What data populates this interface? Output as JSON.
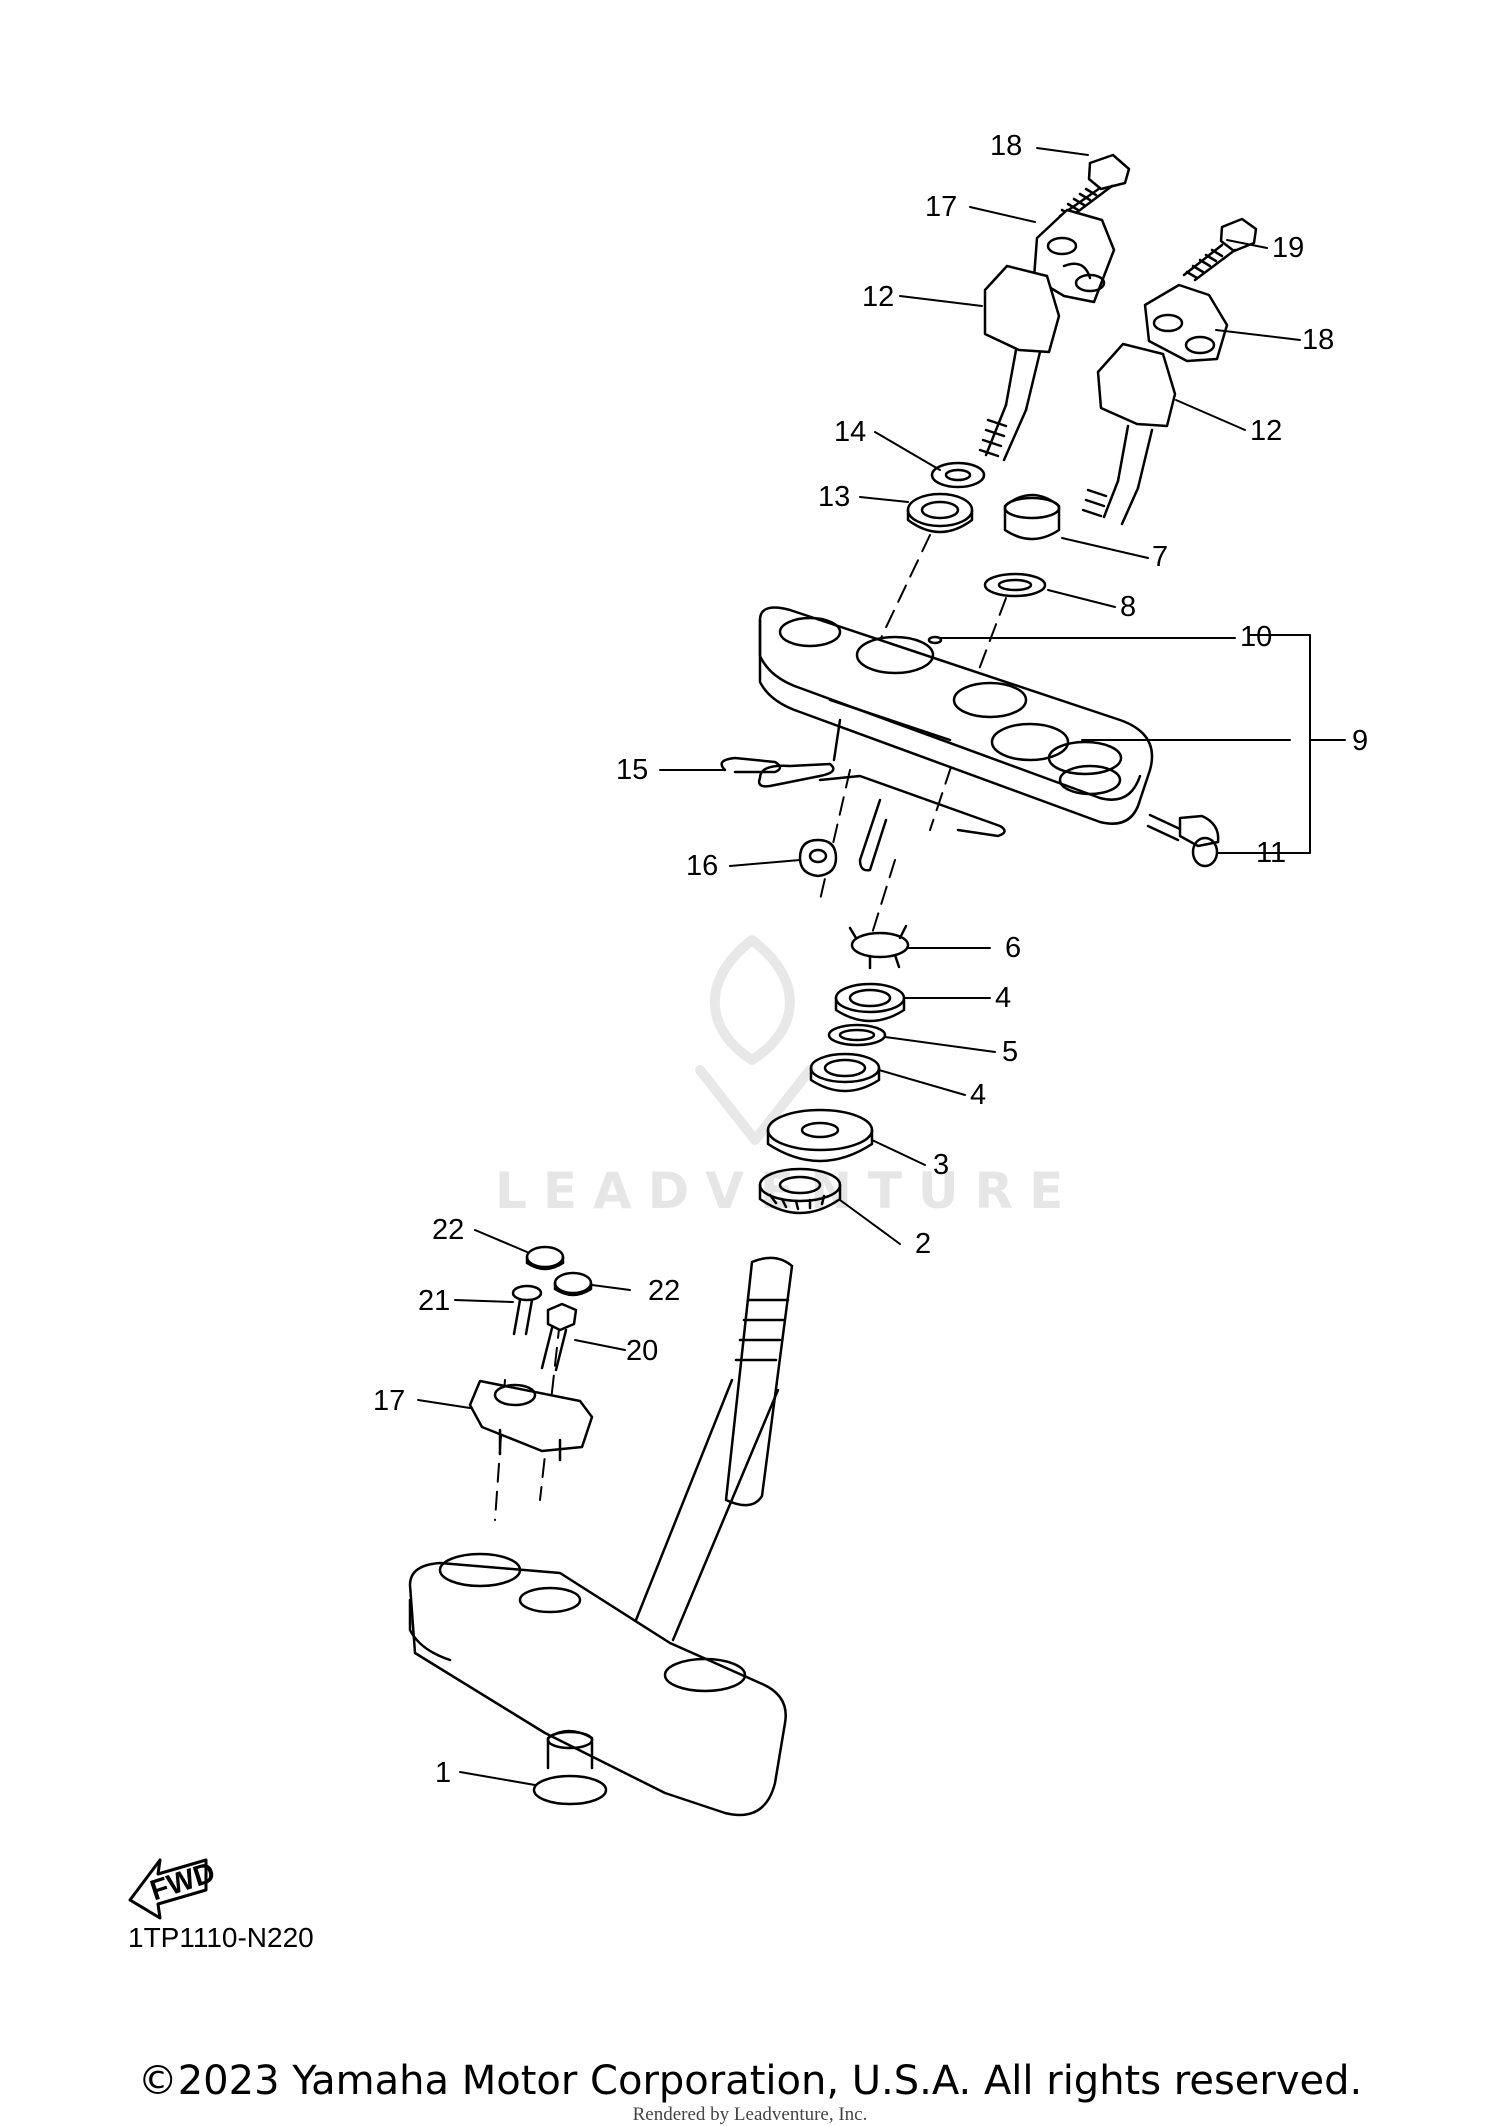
{
  "diagram_code": "1TP1110-N220",
  "copyright": "©2023 Yamaha Motor Corporation, U.S.A. All rights reserved.",
  "rendered_by": "Rendered by Leadventure, Inc.",
  "watermark": "LEADVENTURE",
  "fwd_label": "FWD",
  "callouts": [
    {
      "id": "1",
      "label": "1"
    },
    {
      "id": "2",
      "label": "2"
    },
    {
      "id": "3",
      "label": "3"
    },
    {
      "id": "4a",
      "label": "4"
    },
    {
      "id": "4b",
      "label": "4"
    },
    {
      "id": "5",
      "label": "5"
    },
    {
      "id": "6",
      "label": "6"
    },
    {
      "id": "7",
      "label": "7"
    },
    {
      "id": "8",
      "label": "8"
    },
    {
      "id": "9",
      "label": "9"
    },
    {
      "id": "10",
      "label": "10"
    },
    {
      "id": "11",
      "label": "11"
    },
    {
      "id": "12a",
      "label": "12"
    },
    {
      "id": "12b",
      "label": "12"
    },
    {
      "id": "13",
      "label": "13"
    },
    {
      "id": "14",
      "label": "14"
    },
    {
      "id": "15",
      "label": "15"
    },
    {
      "id": "16",
      "label": "16"
    },
    {
      "id": "17a",
      "label": "17"
    },
    {
      "id": "17b",
      "label": "17"
    },
    {
      "id": "18a",
      "label": "18"
    },
    {
      "id": "18b",
      "label": "18"
    },
    {
      "id": "19",
      "label": "19"
    },
    {
      "id": "20",
      "label": "20"
    },
    {
      "id": "21",
      "label": "21"
    },
    {
      "id": "22a",
      "label": "22"
    },
    {
      "id": "22b",
      "label": "22"
    }
  ]
}
